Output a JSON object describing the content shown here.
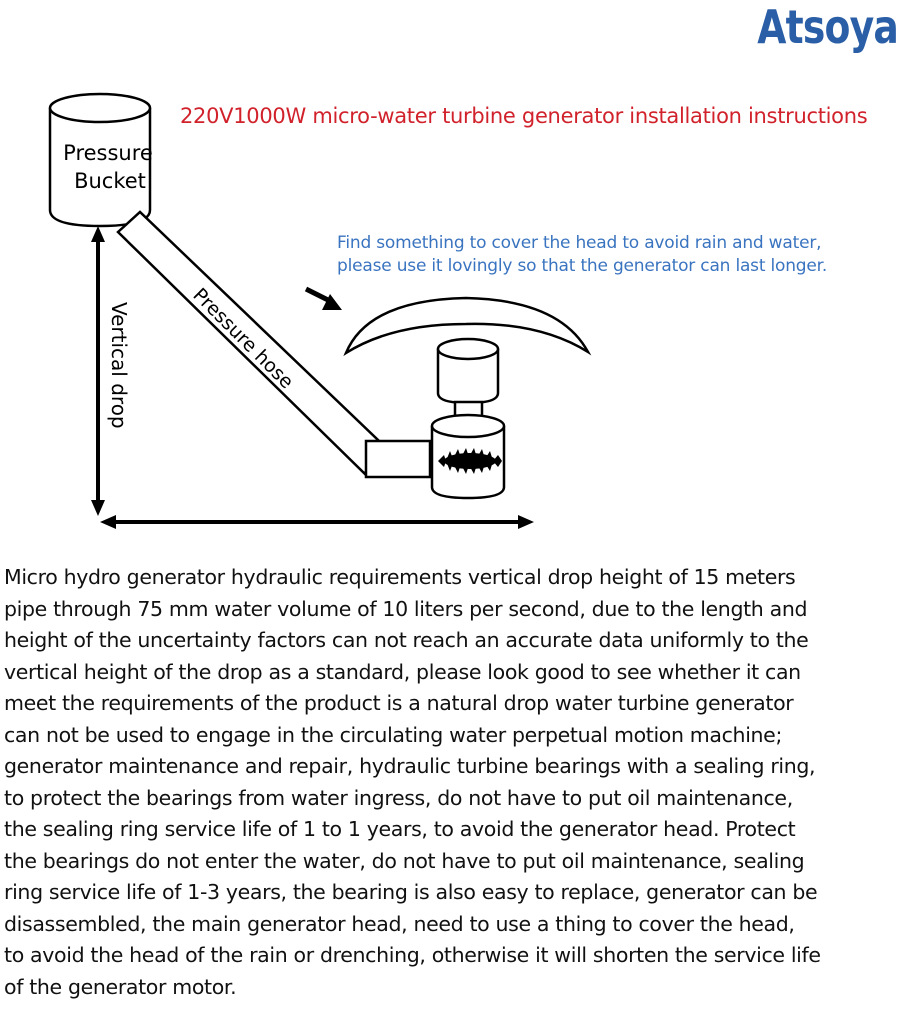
{
  "brand": "Atsoya",
  "title": "220V1000W micro-water turbine generator installation instructions",
  "note": {
    "line1": "Find something to cover the head to avoid rain and water,",
    "line2": "please use it lovingly so that the generator can last longer."
  },
  "labels": {
    "bucket_line1": "Pressure",
    "bucket_line2": "Bucket",
    "hose": "Pressure hose",
    "vertical": "Vertical drop"
  },
  "description": [
    "Micro hydro generator hydraulic requirements vertical drop height of 15 meters",
    "pipe through 75 mm water volume of 10 liters per second, due to the length and",
    "height of the uncertainty factors can not reach an accurate data uniformly to the",
    "vertical height of the drop as a standard, please look good to see whether it can",
    "meet the requirements of the product is a natural drop water turbine generator",
    "can not be used to engage in the circulating water perpetual motion machine;",
    "generator maintenance and repair, hydraulic turbine bearings with a sealing ring,",
    "to protect the bearings from water ingress, do not have to put oil maintenance,",
    "the sealing ring service life of 1 to 1 years, to avoid the generator head. Protect",
    "the bearings do not enter the water, do not have to put oil maintenance, sealing",
    "ring service life of 1-3 years, the bearing is also easy to replace, generator can be",
    "disassembled, the main generator head, need to use a thing to cover the head,",
    "to avoid the head of the rain or drenching, otherwise it will shorten the service life",
    "of the generator motor."
  ],
  "colors": {
    "brand": "#2a5ea6",
    "title": "#d1222c",
    "note": "#3a74c0"
  }
}
